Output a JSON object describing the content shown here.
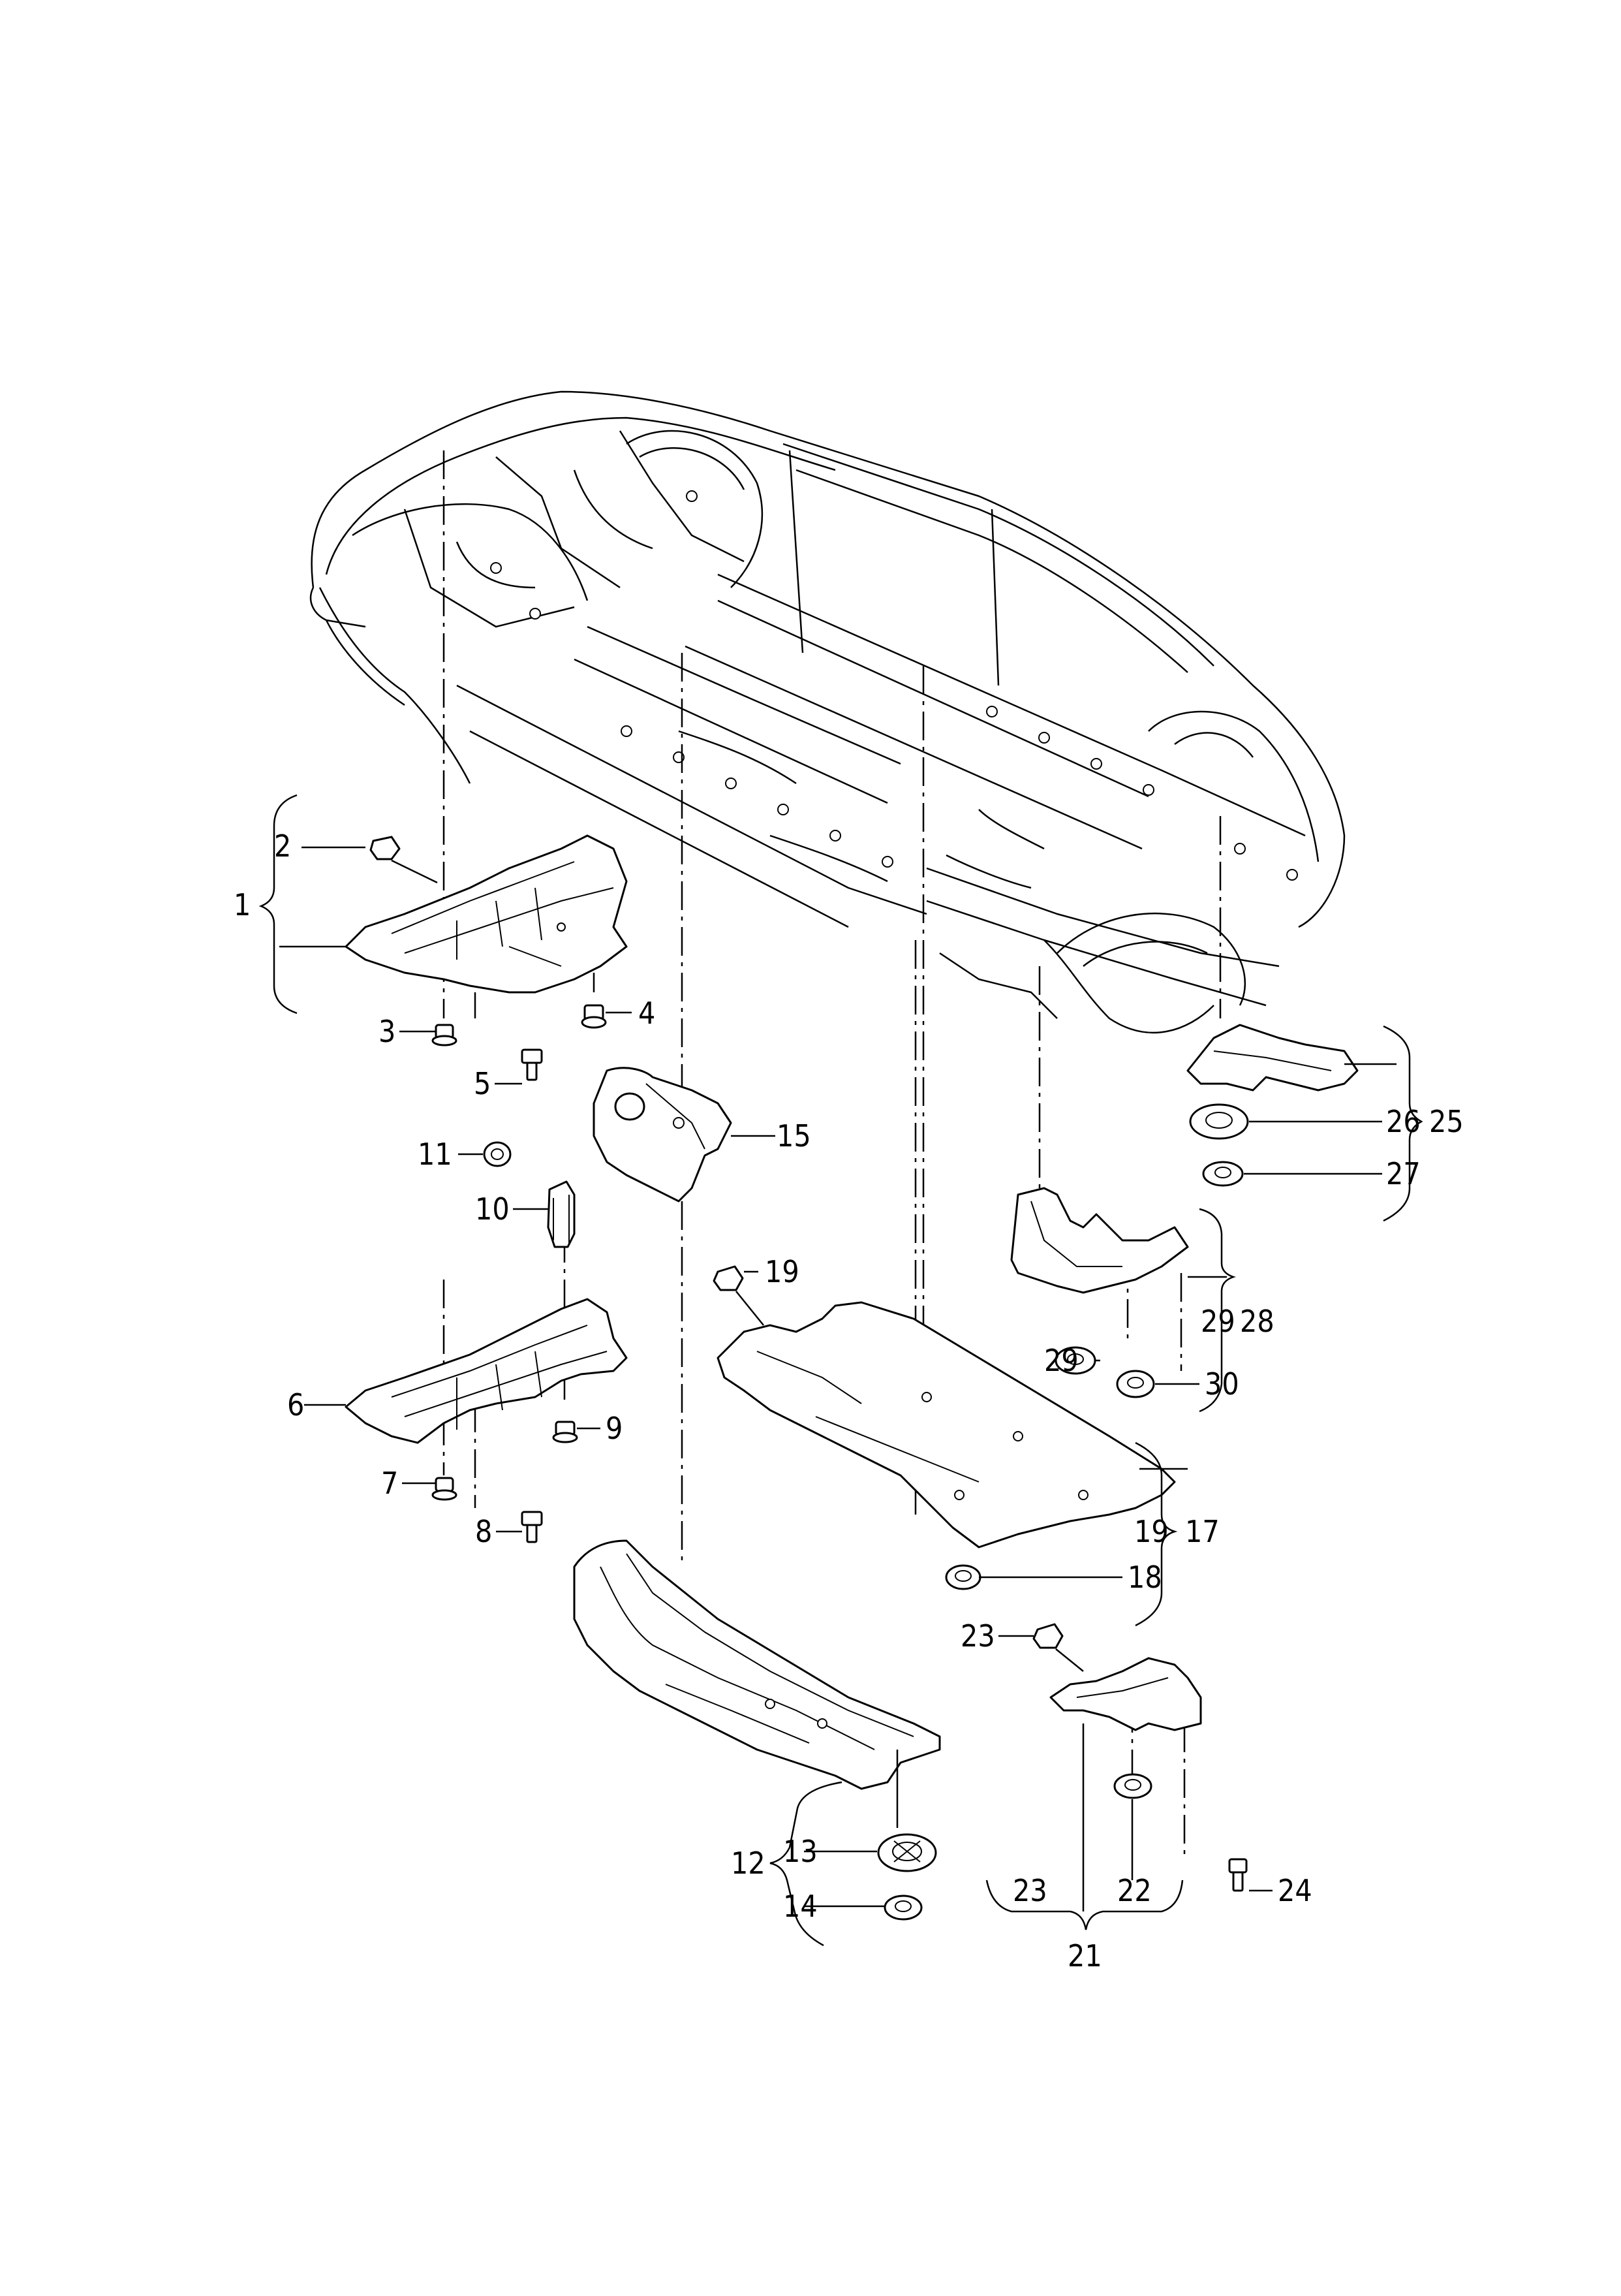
{
  "callouts": {
    "c1": "1",
    "c2": "2",
    "c3": "3",
    "c4": "4",
    "c5": "5",
    "c6": "6",
    "c7": "7",
    "c8": "8",
    "c9": "9",
    "c10": "10",
    "c11": "11",
    "c12": "12",
    "c13": "13",
    "c14": "14",
    "c15": "15",
    "c17": "17",
    "c18": "18",
    "c19a": "19",
    "c19b": "19",
    "c21": "21",
    "c22": "22",
    "c23a": "23",
    "c23b": "23",
    "c24": "24",
    "c25": "25",
    "c26": "26",
    "c27": "27",
    "c28": "28",
    "c29a": "29",
    "c29b": "29",
    "c30": "30"
  },
  "colors": {
    "ink": "#000000",
    "paper": "#ffffff"
  }
}
